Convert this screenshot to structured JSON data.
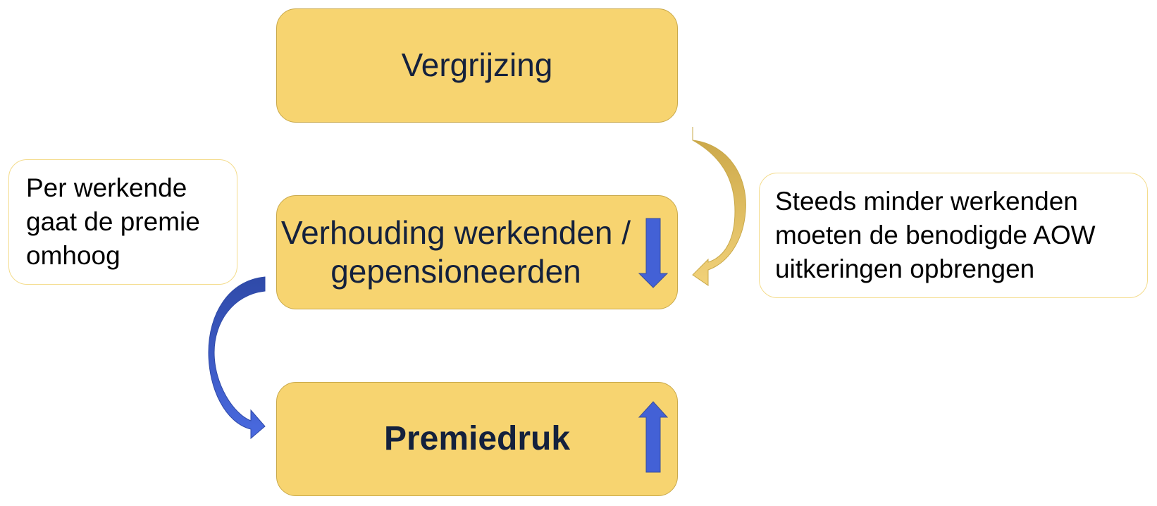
{
  "boxes": {
    "top": "Vergrijzing",
    "middle": "Verhouding werkenden /\ngepensioneerden",
    "bottom": "Premiedruk"
  },
  "notes": {
    "left": "Per werkende\ngaat de premie\nomhoog",
    "right": "Steeds minder werkenden\nmoeten de benodigde AOW\nuitkeringen opbrengen"
  },
  "colors": {
    "box_fill": "#f7d470",
    "box_border": "#c9a94a",
    "arrow_blue": "#4361d6",
    "arrow_gold": "#d4b55a"
  },
  "icons": {
    "middle_indicator": "down-arrow-icon",
    "bottom_indicator": "up-arrow-icon"
  }
}
